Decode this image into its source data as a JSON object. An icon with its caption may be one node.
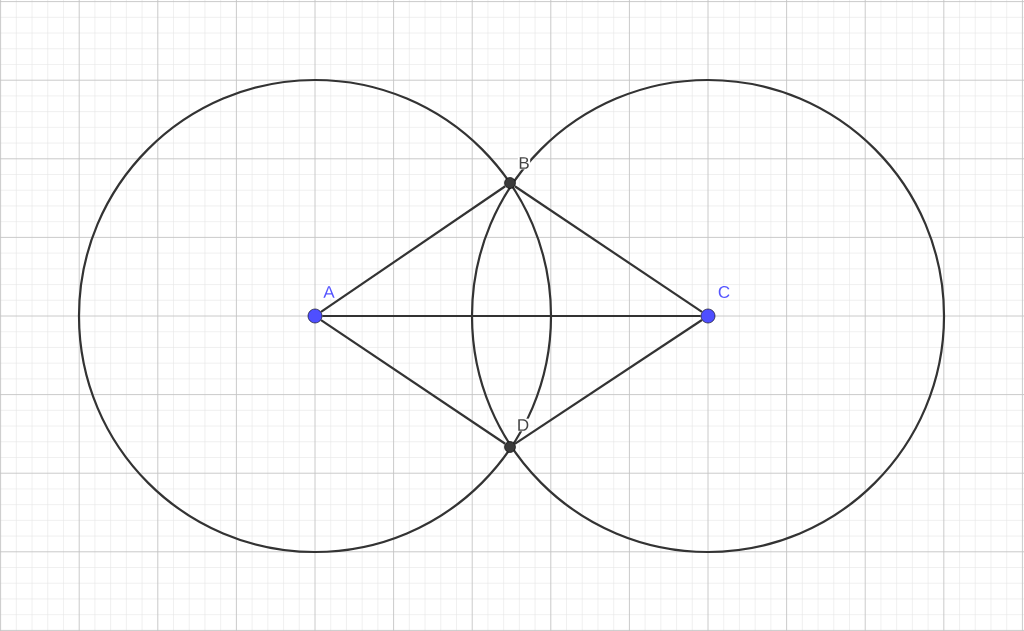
{
  "diagram": {
    "nodes": [
      {
        "text": [
          "A"
        ]
      },
      {
        "text": [
          "B"
        ]
      },
      {
        "text": [
          "C"
        ]
      },
      {
        "text": [
          "D"
        ]
      }
    ],
    "edges": [
      {
        "from": 0,
        "to": 1,
        "arrow": "none"
      },
      {
        "from": 1,
        "to": 2,
        "arrow": "none"
      },
      {
        "from": 2,
        "to": 3,
        "arrow": "none"
      },
      {
        "from": 3,
        "to": 0,
        "arrow": "none"
      },
      {
        "from": 0,
        "to": 2,
        "arrow": "none"
      }
    ]
  }
}
